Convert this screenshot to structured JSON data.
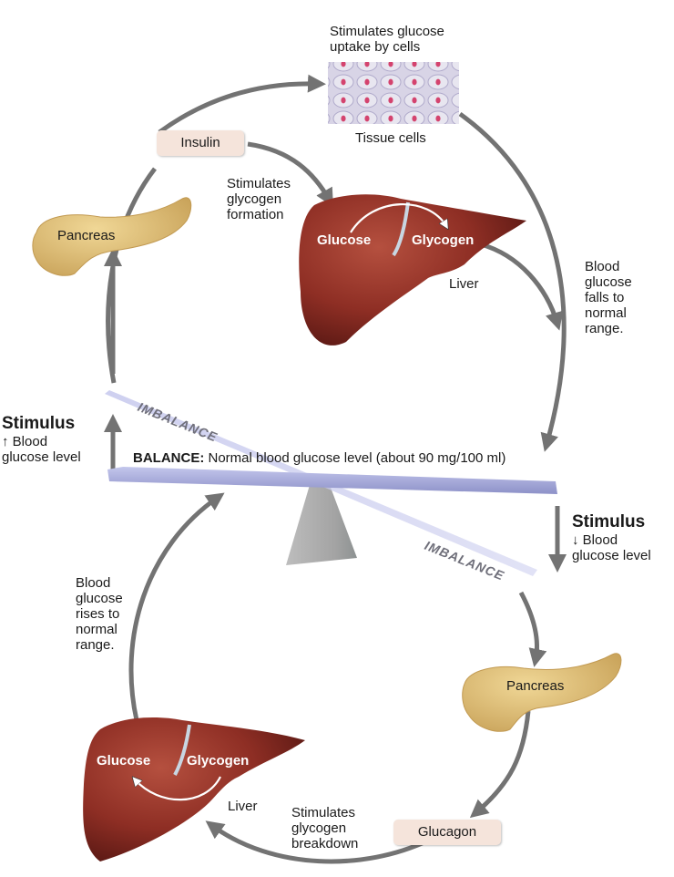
{
  "colors": {
    "arrow": "#737373",
    "liver": "#8e2e24",
    "liver_dark": "#5e1a15",
    "pancreas": "#e2c17c",
    "hormone_box": "#f5e4db",
    "seesaw": "#a9acd9",
    "fulcrum": "#a8a8a8",
    "tissue_bg": "#d9d5e6",
    "tissue_nucleus": "#d4436e"
  },
  "top_cycle": {
    "tissue_caption": "Stimulates glucose\nuptake by cells",
    "tissue_label": "Tissue cells",
    "hormone": "Insulin",
    "liver_action": "Stimulates\nglycogen\nformation",
    "liver_from": "Glucose",
    "liver_to": "Glycogen",
    "liver_label": "Liver",
    "pancreas_label": "Pancreas",
    "result": "Blood\nglucose\nfalls to\nnormal\nrange."
  },
  "balance": {
    "imbalance_top": "IMBALANCE",
    "imbalance_bottom": "IMBALANCE",
    "balance_bold": "BALANCE:",
    "balance_text": " Normal blood glucose level (about 90 mg/100 ml)"
  },
  "stimulus_up": {
    "title": "Stimulus",
    "arrow_glyph": "↑",
    "text": " Blood\nglucose level"
  },
  "stimulus_down": {
    "title": "Stimulus",
    "arrow_glyph": "↓",
    "text": " Blood\nglucose level"
  },
  "bottom_cycle": {
    "pancreas_label": "Pancreas",
    "hormone": "Glucagon",
    "liver_action": "Stimulates\nglycogen\nbreakdown",
    "liver_from": "Glucose",
    "liver_to": "Glycogen",
    "liver_label": "Liver",
    "result": "Blood\nglucose\nrises to\nnormal\nrange."
  }
}
